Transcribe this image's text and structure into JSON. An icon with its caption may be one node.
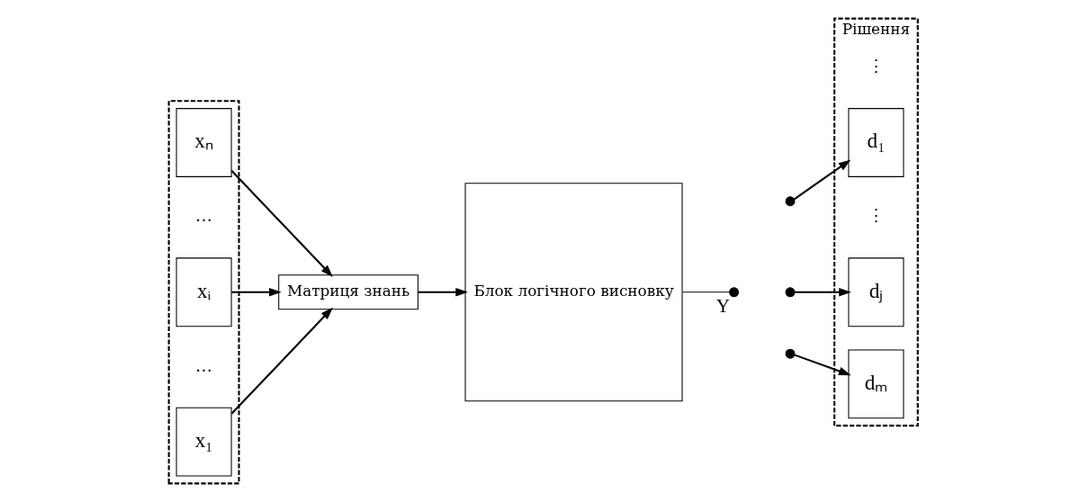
{
  "diagram": {
    "nodes": [
      {
        "text": [
          "Матриця знань"
        ]
      },
      {
        "text": [],
        "shape": "box"
      },
      {
        "text": [
          "x₁"
        ],
        "in": 1
      },
      {
        "text": [
          "xᵢ"
        ],
        "in": 1
      },
      {
        "text": [
          "xₙ"
        ],
        "in": 1
      },
      {
        "text": [
          "Блок логічного висновку"
        ]
      },
      {
        "text": [],
        "shape": "circle",
        "beside": [
          "Y"
        ]
      },
      {
        "text": [
          "Рішення"
        ]
      },
      {
        "text": [],
        "shape": "circle"
      },
      {
        "text": [
          "d₁"
        ],
        "in": 7
      },
      {
        "text": [],
        "shape": "circle"
      },
      {
        "text": [
          "dⱼ"
        ],
        "in": 7
      },
      {
        "text": [],
        "shape": "circle"
      },
      {
        "text": [
          "dₘ"
        ],
        "in": 7
      }
    ],
    "edges": [
      {
        "from": 2,
        "to": 0,
        "arrow": "to"
      },
      {
        "from": 3,
        "to": 0,
        "arrow": "to"
      },
      {
        "from": 4,
        "to": 0,
        "arrow": "to"
      },
      {
        "from": 0,
        "to": 5,
        "arrow": "to"
      },
      {
        "from": 5,
        "to": 6,
        "arrow": "none"
      },
      {
        "from": 8,
        "to": 9,
        "arrow": "to"
      },
      {
        "from": 10,
        "to": 11,
        "arrow": "to"
      },
      {
        "from": 12,
        "to": 13,
        "arrow": "to"
      }
    ],
    "labels": [
      "…",
      "…",
      "⋮",
      "⋮"
    ]
  }
}
